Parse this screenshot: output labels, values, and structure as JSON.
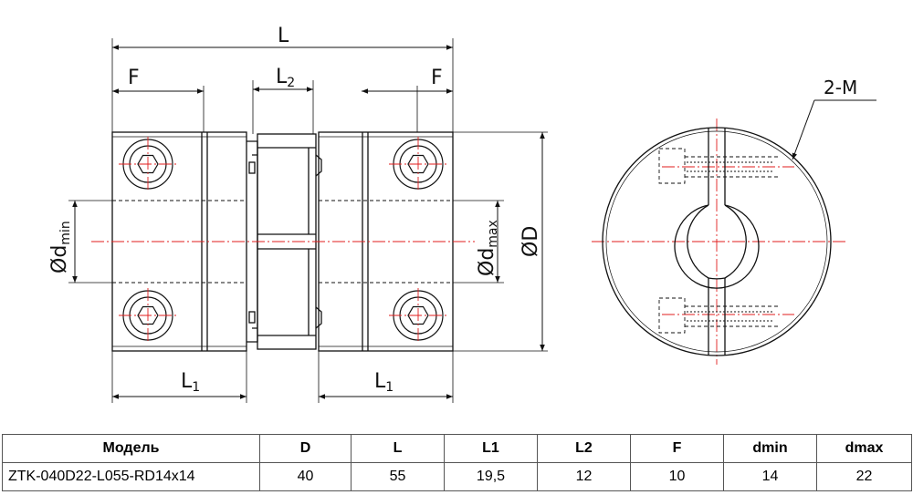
{
  "drawing": {
    "dimensions": {
      "overall_length": "L",
      "flange_left": "F",
      "flange_right": "F",
      "spider": "L",
      "spider_sub": "2",
      "hub_left": "L",
      "hub_left_sub": "1",
      "hub_right": "L",
      "hub_right_sub": "1",
      "bore_min_symbol": "Ø",
      "bore_min": "d",
      "bore_min_sub": "min",
      "bore_max_symbol": "Ø",
      "bore_max": "d",
      "bore_max_sub": "max",
      "outer_diameter_symbol": "Ø",
      "outer_diameter": "D",
      "screw_callout": "2-M"
    }
  },
  "table": {
    "headers": [
      "Модель",
      "D",
      "L",
      "L1",
      "L2",
      "F",
      "dmin",
      "dmax"
    ],
    "rows": [
      [
        "ZTK-040D22-L055-RD14x14",
        "40",
        "55",
        "19,5",
        "12",
        "10",
        "14",
        "22"
      ]
    ]
  }
}
